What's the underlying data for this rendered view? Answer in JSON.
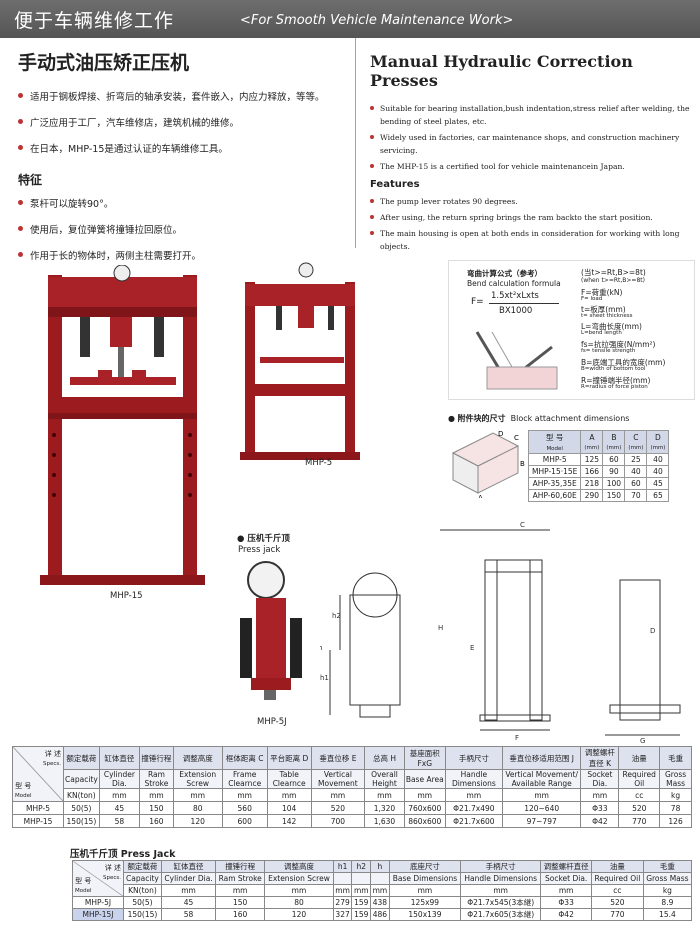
{
  "header": {
    "cn": "便于车辆维修工作",
    "en": "<For Smooth Vehicle Maintenance Work>"
  },
  "left": {
    "title": "手动式油压矫正压机",
    "bullets": [
      "适用于钢板焊接、折弯后的轴承安装，套件嵌入，内应力释放，等等。",
      "广泛应用于工厂，汽车维修店，建筑机械的维修。",
      "在日本，MHP-15是通过认证的车辆维修工具。"
    ],
    "features_title": "特征",
    "features": [
      "泵杆可以旋转90°。",
      "使用后，复位弹簧将撞锤拉回原位。",
      "作用于长的物体时，两侧主柱需要打开。"
    ]
  },
  "right": {
    "title": "Manual Hydraulic Correction Presses",
    "bullets": [
      "Suitable for bearing installation,bush indentation,stress relief after welding, the bending of steel plates, etc.",
      "Widely used in factories, car maintenance shops, and construction machinery servicing.",
      "The MHP-15 is a certified tool for vehicle maintenancein Japan."
    ],
    "features_title": "Features",
    "features": [
      "The pump lever rotates 90 degrees.",
      "After using, the return spring brings the ram backto the start position.",
      "The main housing is open at both ends in consideration for working with long objects."
    ]
  },
  "images": {
    "mhp15": "MHP-15",
    "mhp5": "MHP-5",
    "jack_cn": "压机千斤顶",
    "jack_en": "Press jack",
    "mhp5j": "MHP-5J"
  },
  "formula": {
    "title_cn": "弯曲计算公式（参考）",
    "title_en": "Bend calculation formula",
    "lhs": "F=",
    "numerator": "1.5xt²xLxts",
    "denominator": "BX1000",
    "cond_cn": "(当t>=Rt,B>=8t)",
    "cond_en": "(when t>=Rt,B>=8t)",
    "lines": [
      "F=荷重(kN)",
      "F= load",
      "t=板厚(mm)",
      "t= sheet thickness",
      "L=弯曲长度(mm)",
      "L=bend length",
      "fs=抗拉强度(N/mm²)",
      "fs= tensile strength",
      "B=底端工具的宽度(mm)",
      "B=width of bottom tool",
      "R=撞锤端半径(mm)",
      "R=radius of force piston"
    ]
  },
  "block": {
    "title_cn": "附件块的尺寸",
    "title_en": "Block attachment dimensions",
    "headers": [
      {
        "cn": "型  号",
        "en": "Model"
      },
      {
        "cn": "A",
        "en": "(mm)"
      },
      {
        "cn": "B",
        "en": "(mm)"
      },
      {
        "cn": "C",
        "en": "(mm)"
      },
      {
        "cn": "D",
        "en": "(mm)"
      }
    ],
    "rows": [
      [
        "MHP-5",
        "125",
        "60",
        "25",
        "40"
      ],
      [
        "MHP-15·15E",
        "166",
        "90",
        "40",
        "40"
      ],
      [
        "AHP-35,35E",
        "218",
        "100",
        "60",
        "45"
      ],
      [
        "AHP-60,60E",
        "290",
        "150",
        "70",
        "65"
      ]
    ]
  },
  "spec1": {
    "corner_top_cn": "详  述",
    "corner_top_en": "Specs.",
    "corner_bot_cn": "型  号",
    "corner_bot_en": "Model",
    "cols": [
      {
        "cn": "额定载荷",
        "en": "Capacity",
        "unit": "KN(ton)"
      },
      {
        "cn": "缸体直径",
        "en": "Cylinder Dia.",
        "unit": "mm"
      },
      {
        "cn": "撞锤行程",
        "en": "Ram Stroke",
        "unit": "mm"
      },
      {
        "cn": "调整高度",
        "en": "Extension Screw",
        "unit": "mm"
      },
      {
        "cn": "框体距离 C",
        "en": "Frame Clearnce",
        "unit": "mm"
      },
      {
        "cn": "平台距离 D",
        "en": "Table Clearnce",
        "unit": "mm"
      },
      {
        "cn": "垂直位移 E",
        "en": "Vertical Movement",
        "unit": "mm"
      },
      {
        "cn": "总高 H",
        "en": "Overall Height",
        "unit": "mm"
      },
      {
        "cn": "基座面积 FxG",
        "en": "Base Area",
        "unit": "mm"
      },
      {
        "cn": "手柄尺寸",
        "en": "Handle Dimensions",
        "unit": "mm"
      },
      {
        "cn": "垂直位移适用范围 J",
        "en": "Vertical Movement/ Available Range",
        "unit": "mm"
      },
      {
        "cn": "调整螺杆直径 K",
        "en": "Socket Dia.",
        "unit": "mm"
      },
      {
        "cn": "油量",
        "en": "Required Oil",
        "unit": "cc"
      },
      {
        "cn": "毛重",
        "en": "Gross Mass",
        "unit": "kg"
      }
    ],
    "rows": [
      [
        "MHP-5",
        "50(5)",
        "45",
        "150",
        "80",
        "560",
        "104",
        "520",
        "1,320",
        "760x600",
        "Φ21.7x490",
        "120~640",
        "Φ33",
        "520",
        "78"
      ],
      [
        "MHP-15",
        "150(15)",
        "58",
        "160",
        "120",
        "600",
        "142",
        "700",
        "1,630",
        "860x600",
        "Φ21.7x600",
        "97~797",
        "Φ42",
        "770",
        "126"
      ]
    ]
  },
  "spec2": {
    "title": "压机千斤顶  Press Jack",
    "corner_top_cn": "详  述",
    "corner_top_en": "Specs.",
    "corner_bot_cn": "型  号",
    "corner_bot_en": "Model",
    "cols": [
      {
        "cn": "额定载荷",
        "en": "Capacity",
        "unit": "KN(ton)"
      },
      {
        "cn": "缸体直径",
        "en": "Cylinder Dia.",
        "unit": "mm"
      },
      {
        "cn": "撞锤行程",
        "en": "Ram Stroke",
        "unit": "mm"
      },
      {
        "cn": "调整高度",
        "en": "Extension Screw",
        "unit": "mm"
      },
      {
        "cn": "h1",
        "en": "",
        "unit": "mm"
      },
      {
        "cn": "h2",
        "en": "",
        "unit": "mm"
      },
      {
        "cn": "h",
        "en": "",
        "unit": "mm"
      },
      {
        "cn": "底座尺寸",
        "en": "Base Dimensions",
        "unit": "mm"
      },
      {
        "cn": "手柄尺寸",
        "en": "Handle Dimensions",
        "unit": "mm"
      },
      {
        "cn": "调整螺杆直径",
        "en": "Socket Dia.",
        "unit": "mm"
      },
      {
        "cn": "油量",
        "en": "Required Oil",
        "unit": "cc"
      },
      {
        "cn": "毛重",
        "en": "Gross Mass",
        "unit": "kg"
      }
    ],
    "rows": [
      [
        "MHP-5J",
        "50(5)",
        "45",
        "150",
        "80",
        "279",
        "159",
        "438",
        "125x99",
        "Φ21.7x545(3本継)",
        "Φ33",
        "520",
        "8.9"
      ],
      [
        "MHP-15J",
        "150(15)",
        "58",
        "160",
        "120",
        "327",
        "159",
        "486",
        "150x139",
        "Φ21.7x605(3本継)",
        "Φ42",
        "770",
        "15.4"
      ]
    ]
  }
}
